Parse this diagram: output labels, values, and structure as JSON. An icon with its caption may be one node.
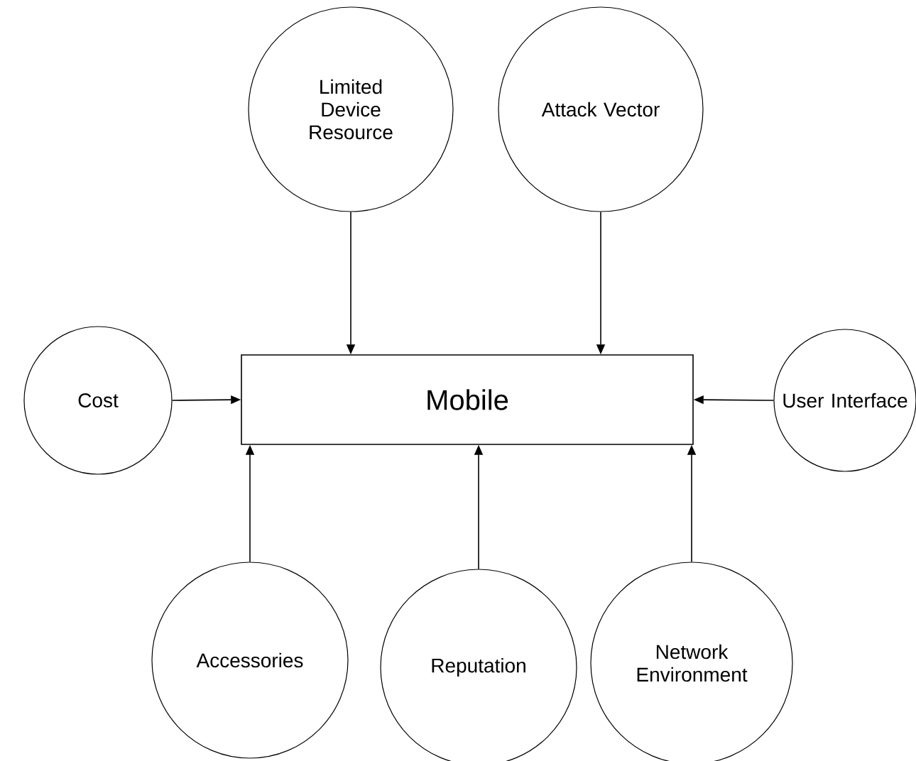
{
  "diagram": {
    "nodes": [
      {
        "text": [
          "Mobile"
        ]
      },
      {
        "text": [
          "Limited Device Resource"
        ]
      },
      {
        "text": [
          "Attack Vector"
        ]
      },
      {
        "text": [
          "Cost"
        ]
      },
      {
        "text": [
          "User Interface"
        ]
      },
      {
        "text": [
          "Accessories"
        ]
      },
      {
        "text": [
          "Reputation"
        ]
      },
      {
        "text": [
          "Network Environment"
        ]
      }
    ],
    "edges": [
      {
        "from": 1,
        "to": 0,
        "arrow": "to"
      },
      {
        "from": 2,
        "to": 0,
        "arrow": "to"
      },
      {
        "from": 3,
        "to": 0,
        "arrow": "to"
      },
      {
        "from": 4,
        "to": 0,
        "arrow": "to"
      },
      {
        "from": 5,
        "to": 0,
        "arrow": "to"
      },
      {
        "from": 6,
        "to": 0,
        "arrow": "to"
      },
      {
        "from": 7,
        "to": 0,
        "arrow": "to"
      }
    ]
  }
}
